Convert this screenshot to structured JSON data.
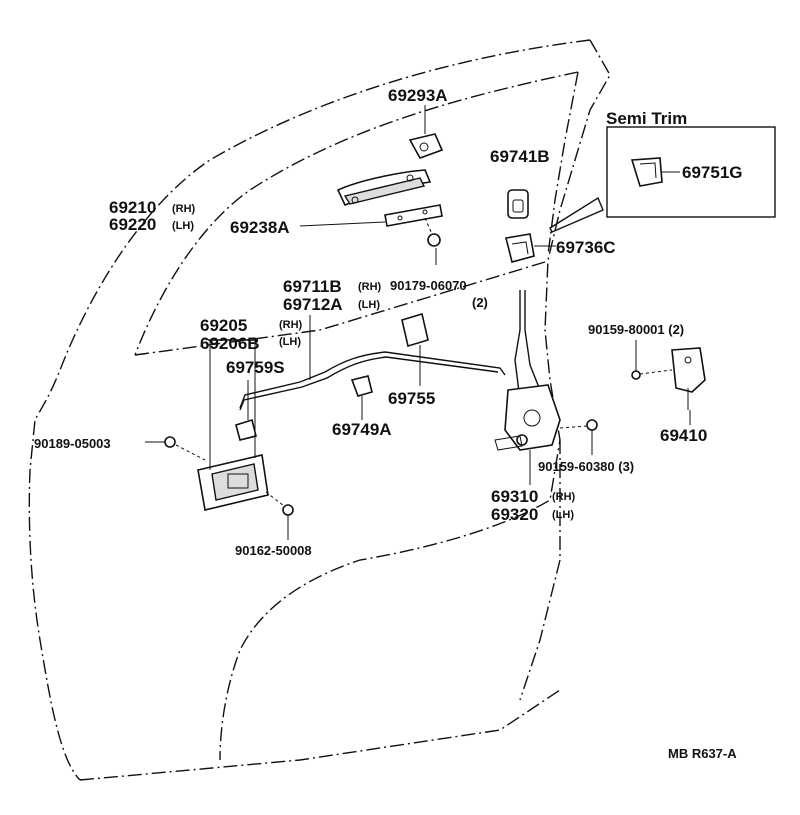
{
  "diagram": {
    "inset_title": "Semi Trim",
    "footer": "MB  R637-A",
    "labels": {
      "p69293A": "69293A",
      "p69741B": "69741B",
      "p69751G": "69751G",
      "p69210": "69210",
      "p69220": "69220",
      "rh": "(RH)",
      "lh": "(LH)",
      "p69238A": "69238A",
      "p69736C": "69736C",
      "p69711B": "69711B",
      "p69712A": "69712A",
      "p90179": "90179-06070",
      "qty2": "(2)",
      "p90159_80001": "90159-80001 (2)",
      "p69205": "69205",
      "p69206B": "69206B",
      "p69759S": "69759S",
      "p69755": "69755",
      "p69410": "69410",
      "p90189": "90189-05003",
      "p69749A": "69749A",
      "p90159_60380": "90159-60380 (3)",
      "p69310": "69310",
      "p69320": "69320",
      "p90162": "90162-50008"
    }
  }
}
